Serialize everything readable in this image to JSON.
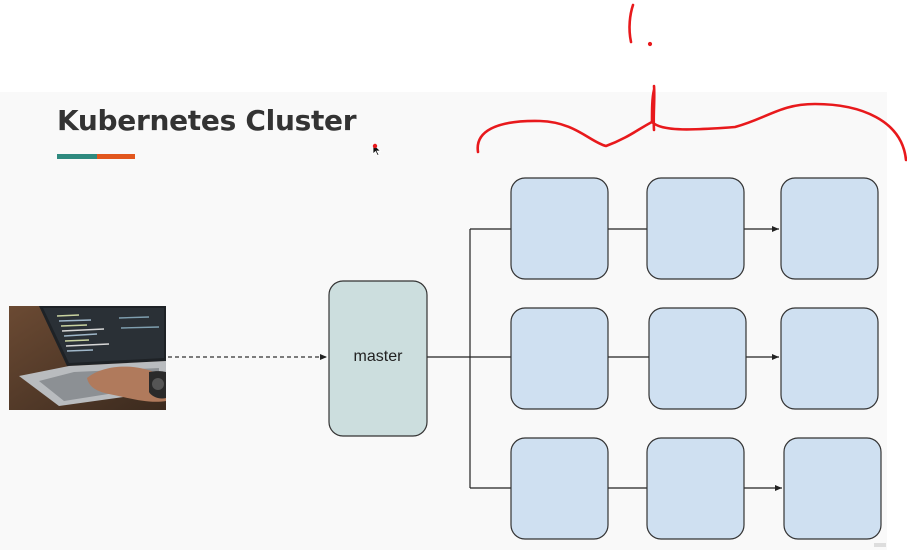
{
  "slide": {
    "title": "Kubernetes Cluster",
    "accent_colors": [
      "#2f8a7f",
      "#e2571e"
    ]
  },
  "diagram": {
    "master_label": "master",
    "master_fill": "#ccdede",
    "node_fill": "#cfe0f1",
    "node_grid": {
      "rows": 3,
      "columns": 3
    },
    "client_image": "laptop-with-code-photo",
    "client_link": "dashed-arrow-to-master"
  },
  "annotation": {
    "color": "#e8191c",
    "description": "hand-drawn curly brace over node columns"
  },
  "icons": [
    "cursor-icon"
  ]
}
